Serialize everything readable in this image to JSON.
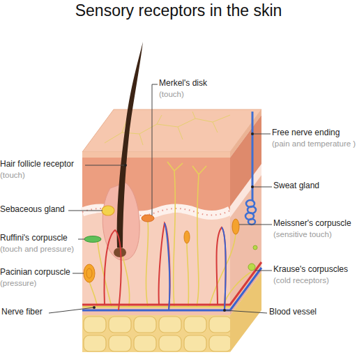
{
  "diagram": {
    "title": "Sensory receptors in the skin",
    "labels": [
      "Merkel's disk",
      "(touch)",
      "Free nerve ending",
      "(pain and temperature )",
      "Hair follicle receptor",
      "(touch)",
      "Sweat gland",
      "Sebaceous gland",
      "Meissner's corpuscle",
      "(sensitive touch)",
      "Ruffini's corpuscle",
      "(touch and pressure)",
      "Pacinian corpuscle",
      "(pressure)",
      "Krause's corpuscles",
      "(cold receptors)",
      "Nerve fiber",
      "Blood vessel"
    ]
  }
}
